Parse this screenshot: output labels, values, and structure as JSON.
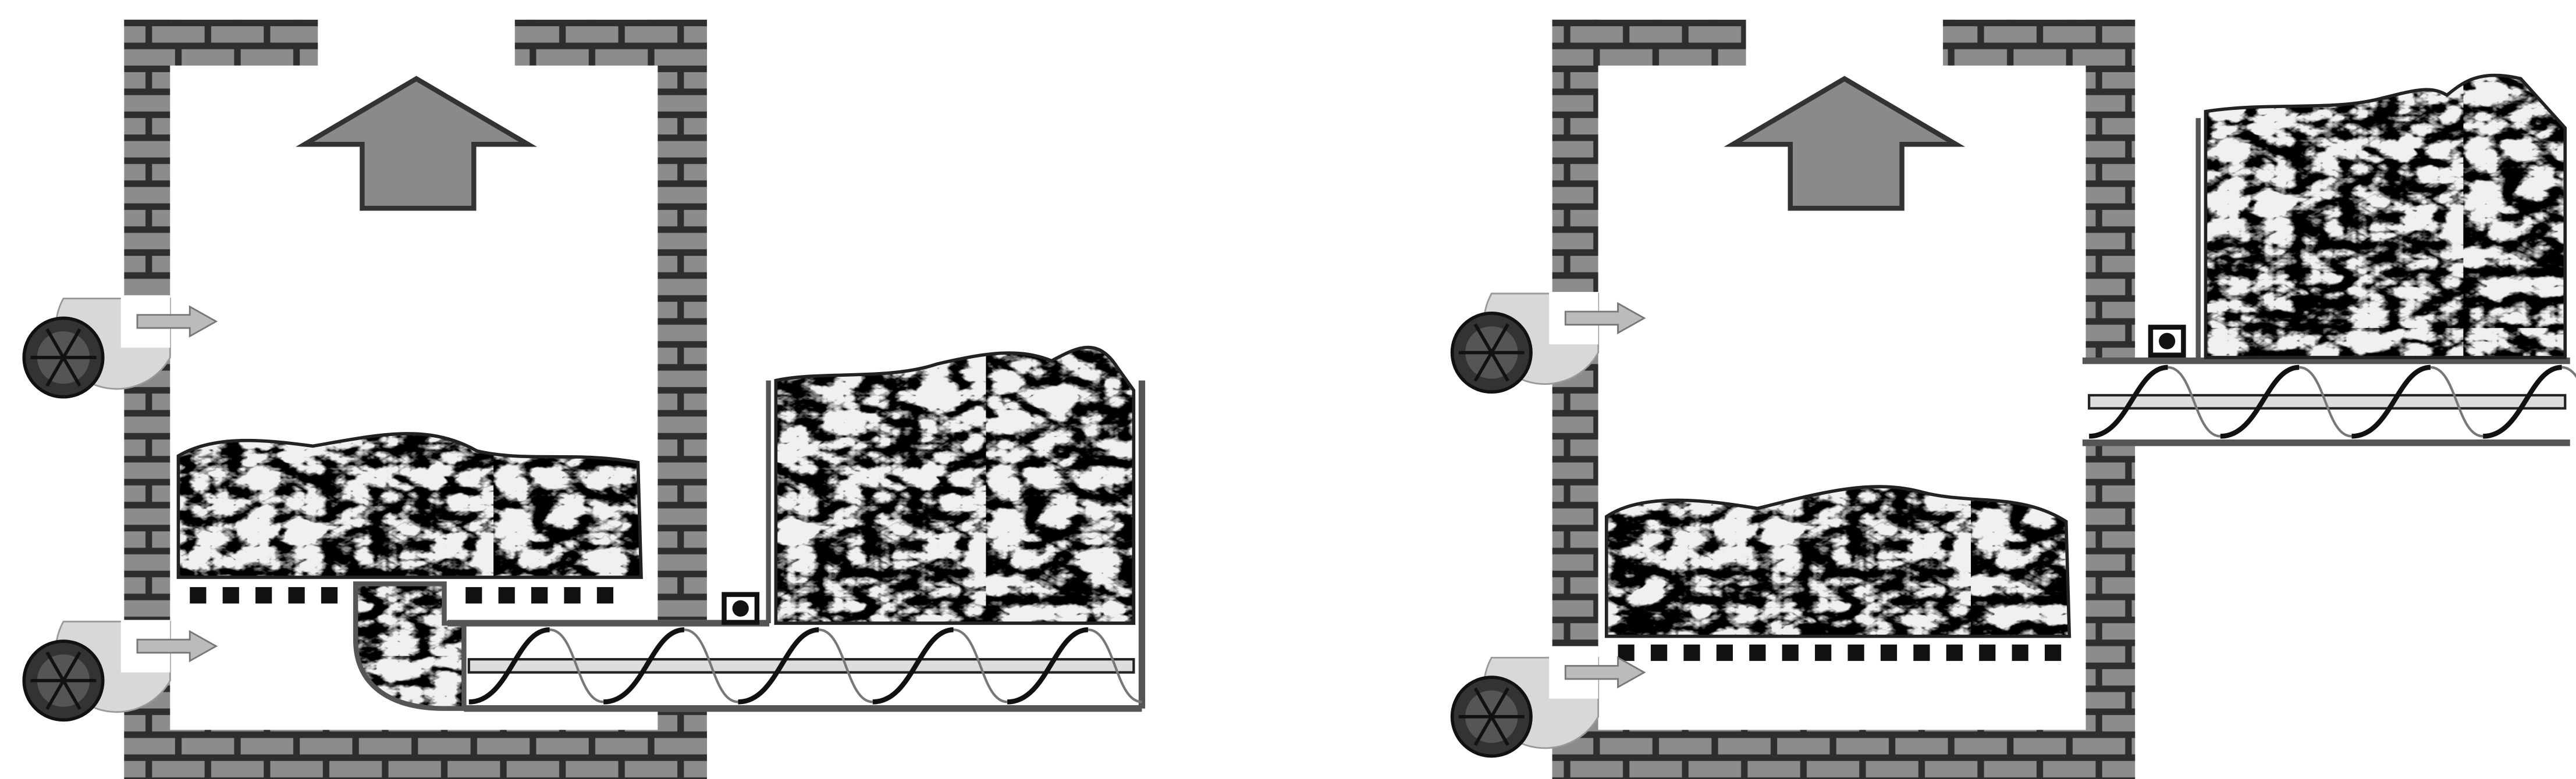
{
  "colors": {
    "brick": "#8c8c8c",
    "mortar": "#2e2e2e",
    "arrow_fill": "#8a8a8a",
    "arrow_stroke": "#333333",
    "wall_line": "#555555",
    "fan_housing": "#d8d8d8",
    "background": "#ffffff"
  },
  "icons": {
    "fan": "centrifugal-fan-icon",
    "airflow": "airflow-arrow-icon",
    "exhaust": "exhaust-up-arrow-icon",
    "sensor": "level-sensor-icon",
    "screw": "screw-conveyor-icon"
  },
  "diagrams": [
    {
      "id": "left",
      "feed": "bottom-feed-under-grate"
    },
    {
      "id": "right",
      "feed": "top-feed-over-grate"
    }
  ]
}
